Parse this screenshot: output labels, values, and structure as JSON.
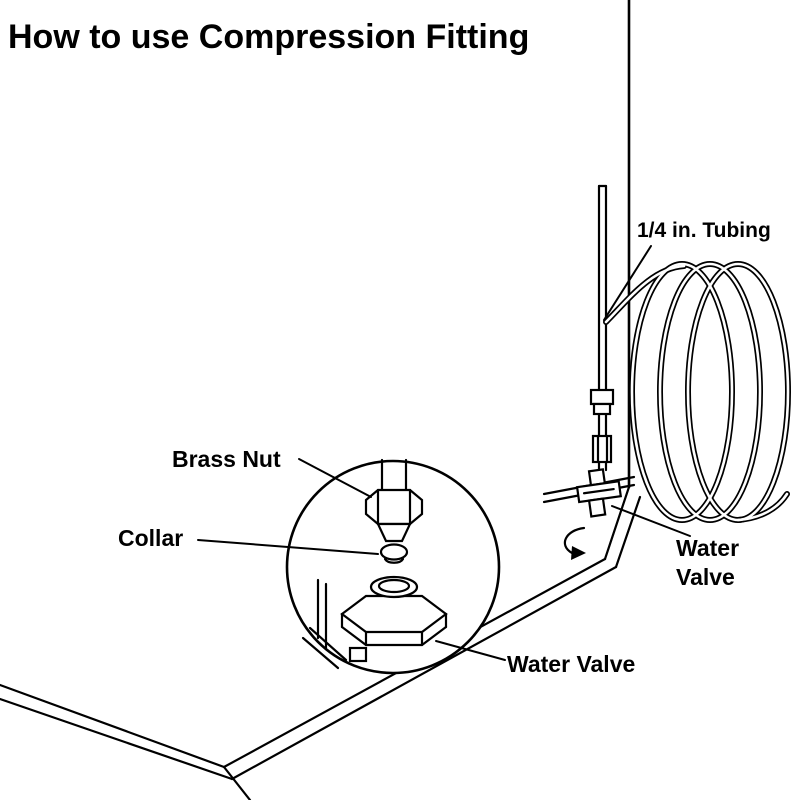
{
  "diagram": {
    "title": "How to use Compression Fitting",
    "labels": {
      "tubing": "1/4 in. Tubing",
      "brass_nut": "Brass Nut",
      "collar": "Collar",
      "water_valve_side_line1": "Water",
      "water_valve_side_line2": "Valve",
      "water_valve_bottom": "Water Valve"
    },
    "colors": {
      "line": "#000000",
      "background": "#ffffff"
    }
  }
}
